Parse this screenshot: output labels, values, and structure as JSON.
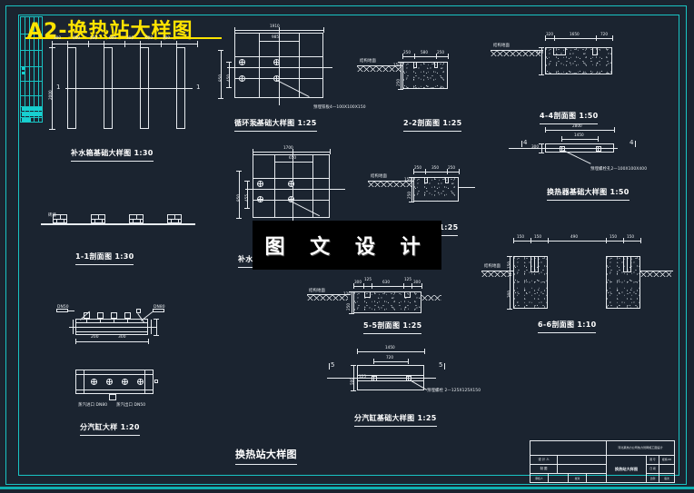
{
  "drawing": {
    "main_title": "A2-换热站大样图",
    "bottom_title": "换热站大样图",
    "watermark": "图 文 设 计"
  },
  "figures": [
    {
      "id": "makeup-water-tank-foundation",
      "caption": "补水箱基础大样图 1:30",
      "dims_top": [
        "300",
        "600",
        "300",
        "600",
        "300",
        "600",
        "300"
      ],
      "dim_left": "2000",
      "section_marks": [
        "1",
        "1"
      ]
    },
    {
      "id": "section-1-1",
      "caption": "1-1剖面图 1:30"
    },
    {
      "id": "circulation-pump-foundation",
      "caption": "循环泵基础大样图 1:25",
      "dim_top_outer": "1910",
      "dim_top_inner": "985",
      "dim_left_outer": "850",
      "dim_left_inner": "450",
      "note": "预埋铁板4—100X100X150",
      "section_mark": "2"
    },
    {
      "id": "section-2-2",
      "caption": "2-2剖面图  1:25",
      "dims_top": [
        "250",
        "580",
        "250"
      ],
      "dim_right_top": "150",
      "dim_right_bot": "250",
      "ground_label": "结构地面"
    },
    {
      "id": "water-replenish-pump-foundation",
      "caption": "补水泵基础大样图 1:25",
      "dim_top_outer": "1700",
      "dim_top_inner": "650",
      "dim_left_outer": "850",
      "dim_left_inner": "455",
      "note": "预埋铁板4—100X100X150",
      "section_mark": "3"
    },
    {
      "id": "section-3-3",
      "caption": "3-3剖面图 1:25",
      "dims_top": [
        "250",
        "350",
        "250"
      ],
      "dim_right_top": "150",
      "dim_right_bot": "250",
      "ground_label": "结构地面"
    },
    {
      "id": "section-4-4",
      "caption": "4-4剖面图 1:50",
      "dims_top": [
        "320",
        "1650",
        "720"
      ],
      "dim_left": "400",
      "ground_label": "结构地面"
    },
    {
      "id": "heat-exchanger-foundation",
      "caption": "换热器基础大样图 1:50",
      "dim_top_outer": "2800",
      "dim_top_inner": "1450",
      "dim_left": "300",
      "note": "预埋螺栓孔2—100X100X400",
      "section_marks": [
        "4",
        "4"
      ]
    },
    {
      "id": "section-5-5",
      "caption": "5-5剖面图 1:25",
      "dims_top": [
        "300",
        "125",
        "630",
        "125",
        "300"
      ],
      "dim_left_top": "120",
      "dim_left_bot": "250",
      "ground_label": "结构地面"
    },
    {
      "id": "section-6-6",
      "caption": "6-6剖面图 1:10",
      "dims_top": [
        "150",
        "150",
        "490",
        "150",
        "150"
      ],
      "dim_left_top": "150",
      "dim_left_bot": "300",
      "ground_label": "结构地面"
    },
    {
      "id": "steam-distributor-detail",
      "caption": "分汽缸大样 1:20",
      "note_left": "蒸汽进口 DN80",
      "note_right": "蒸汽出口 DN50",
      "labels": [
        "DN50",
        "DN80"
      ]
    },
    {
      "id": "steam-distributor-foundation",
      "caption": "分汽缸基础大样图 1:25",
      "dim_top_outer": "1450",
      "dim_top_inner": "720",
      "dim_left": "500",
      "dim_inner": "125",
      "note": "预埋螺栓 2—125X125X150",
      "section_marks": [
        "5",
        "5"
      ]
    }
  ],
  "title_block": {
    "company": "河北某热力公司热力管网施工图设计",
    "drawing_name": "换热站大样图",
    "rows": [
      {
        "label": "设 计 人",
        "value": ""
      },
      {
        "label": "制      图",
        "value": ""
      },
      {
        "label": "审核人",
        "value": "",
        "label2": "校对",
        "value2": ""
      }
    ],
    "right_rows": [
      {
        "label": "图 号",
        "value": "暖施-06"
      },
      {
        "label": "日 期",
        "value": ""
      },
      {
        "label": "比例",
        "value": "",
        "label2": "版次",
        "value2": ""
      }
    ]
  },
  "colors": {
    "background": "#1b2430",
    "line": "#e8ecf0",
    "frame": "#19c4c4",
    "title": "#ffe400"
  }
}
